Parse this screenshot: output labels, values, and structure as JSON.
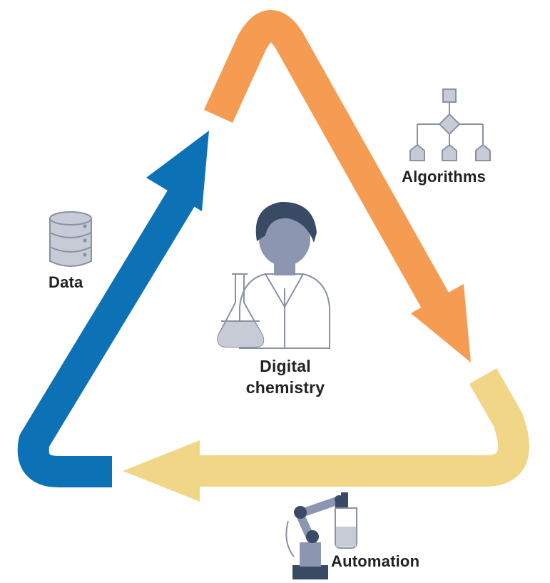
{
  "labels": {
    "data": "Data",
    "algorithms": "Algorithms",
    "automation": "Automation",
    "center_line1": "Digital",
    "center_line2": "chemistry"
  },
  "colors": {
    "data_arrow": "#0d72b5",
    "algorithms_arrow": "#f59c52",
    "automation_arrow": "#f2d688",
    "icon_gray": "#c7cbd6",
    "icon_stroke": "#8a90a6",
    "hair": "#394a64",
    "skin": "#8d96b0",
    "text": "#222222"
  },
  "icons": {
    "data": "database-icon",
    "algorithms": "flowchart-icon",
    "automation": "robot-arm-icon",
    "center": "chemist-icon"
  }
}
